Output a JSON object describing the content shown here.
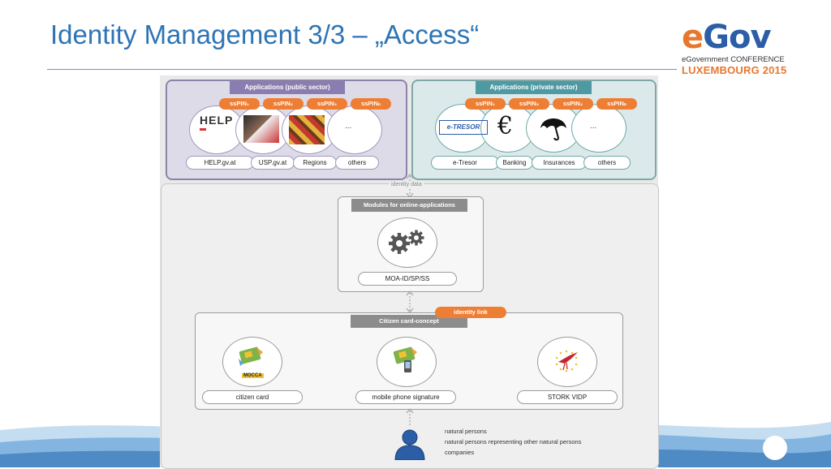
{
  "slide": {
    "title": "Identity Management 3/3 – „Access“"
  },
  "logo": {
    "brand_e": "e",
    "brand_gov": "Gov",
    "line1": "eGovernment CONFERENCE",
    "line2": "LUXEMBOURG 2015"
  },
  "diagram": {
    "public": {
      "header": "Applications (public sector)",
      "pins": [
        "ssPIN₁",
        "ssPIN₂",
        "ssPIN₃",
        "ssPINₙ"
      ],
      "help_logo": "HELP",
      "ellipsis": "...",
      "labels": [
        "HELP.gv.at",
        "USP.gv.at",
        "Regions",
        "others"
      ]
    },
    "private": {
      "header": "Applications (private sector)",
      "pins": [
        "ssPIN₁",
        "ssPIN₂",
        "ssPIN₃",
        "ssPINₙ"
      ],
      "etresor_logo": "e-TRESOR",
      "euro": "€",
      "ellipsis": "...",
      "labels": [
        "e-Tresor",
        "Banking",
        "Insurances",
        "others"
      ]
    },
    "identity_data": "identity data",
    "modules": {
      "header": "Modules for online-applications",
      "label": "MOA-ID/SP/SS"
    },
    "identity_link": "identity link",
    "citizen_card": {
      "header": "Citizen card-concept",
      "mocca": "MOCCA",
      "labels": [
        "citizen card",
        "mobile phone signature",
        "STORK VIDP"
      ]
    },
    "persons": [
      "natural persons",
      "natural persons representing other natural persons",
      "companies"
    ]
  },
  "colors": {
    "title": "#2e74b5",
    "accent_orange": "#ee7e33",
    "public_header": "#8a7db0",
    "private_header": "#4f9aa2"
  }
}
